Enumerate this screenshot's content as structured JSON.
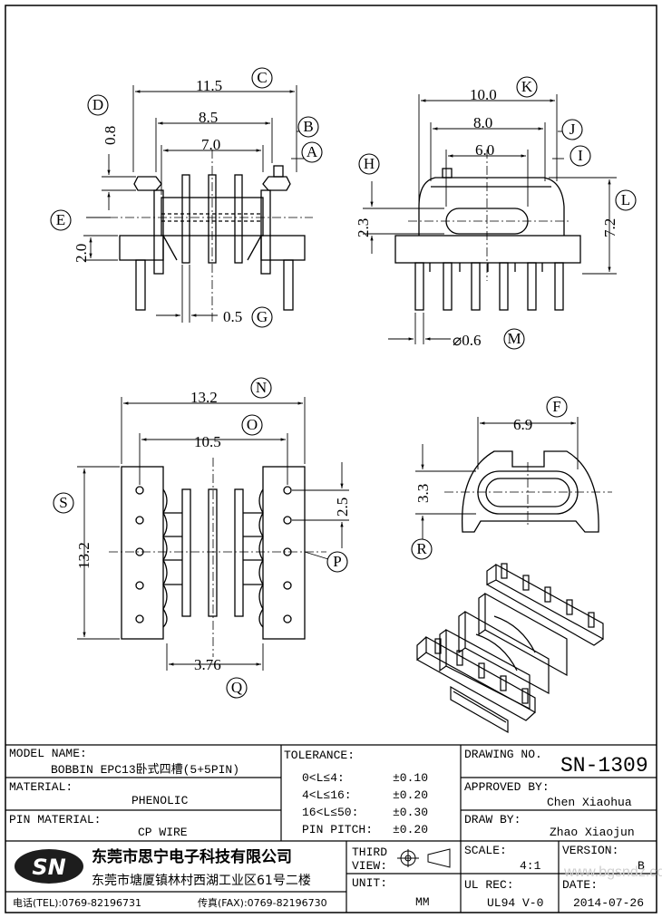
{
  "dimensions": {
    "overall_width": "11.5",
    "core_width": "8.5",
    "inner_width": "7.0",
    "flange_thickness": "0.8",
    "base_height": "2.0",
    "pin_width": "0.5",
    "side_width": "10.0",
    "side_core_width": "8.0",
    "side_inner_width": "6.0",
    "side_slot_height": "2.3",
    "side_total_height": "7.2",
    "pin_diameter": "⌀0.6",
    "top_length": "13.2",
    "top_pin_span": "10.5",
    "top_height": "13.2",
    "pin_pitch": "2.5",
    "slot_width": "3.76",
    "end_width": "6.9",
    "end_height": "3.3"
  },
  "callouts": [
    "A",
    "B",
    "C",
    "D",
    "E",
    "F",
    "G",
    "H",
    "I",
    "J",
    "K",
    "L",
    "M",
    "N",
    "O",
    "P",
    "Q",
    "R",
    "S"
  ],
  "title_block": {
    "model_label": "MODEL NAME:",
    "model_value": "BOBBIN EPC13卧式四槽(5+5PIN)",
    "material_label": "MATERIAL:",
    "material_value": "PHENOLIC",
    "pin_material_label": "PIN MATERIAL:",
    "pin_material_value": "CP WIRE",
    "tolerance_label": "TOLERANCE:",
    "tolerances": [
      {
        "range": "0<L≤4:",
        "value": "±0.10"
      },
      {
        "range": "4<L≤16:",
        "value": "±0.20"
      },
      {
        "range": "16<L≤50:",
        "value": "±0.30"
      },
      {
        "range": "PIN PITCH:",
        "value": "±0.20"
      }
    ],
    "drawing_no_label": "DRAWING NO.",
    "drawing_no": "SN-1309",
    "approved_label": "APPROVED BY:",
    "approved_value": "Chen Xiaohua",
    "draw_label": "DRAW BY:",
    "draw_value": "Zhao Xiaojun",
    "logo_text": "SN",
    "company_name": "东莞市思宁电子科技有限公司",
    "company_address": "东莞市塘厦镇林村西湖工业区61号二楼",
    "phone": "电话(TEL):0769-82196731",
    "fax": "传真(FAX):0769-82196730",
    "view_label_1": "THIRD",
    "view_label_2": "VIEW:",
    "unit_label": "UNIT:",
    "unit_value": "MM",
    "scale_label": "SCALE:",
    "scale_value": "4:1",
    "version_label": "VERSION:",
    "version_value": "B",
    "ul_label": "UL REC:",
    "ul_value": "UL94 V-0",
    "date_label": "DATE:",
    "date_value": "2014-07-26",
    "watermark": "www.bgsndz.com"
  }
}
